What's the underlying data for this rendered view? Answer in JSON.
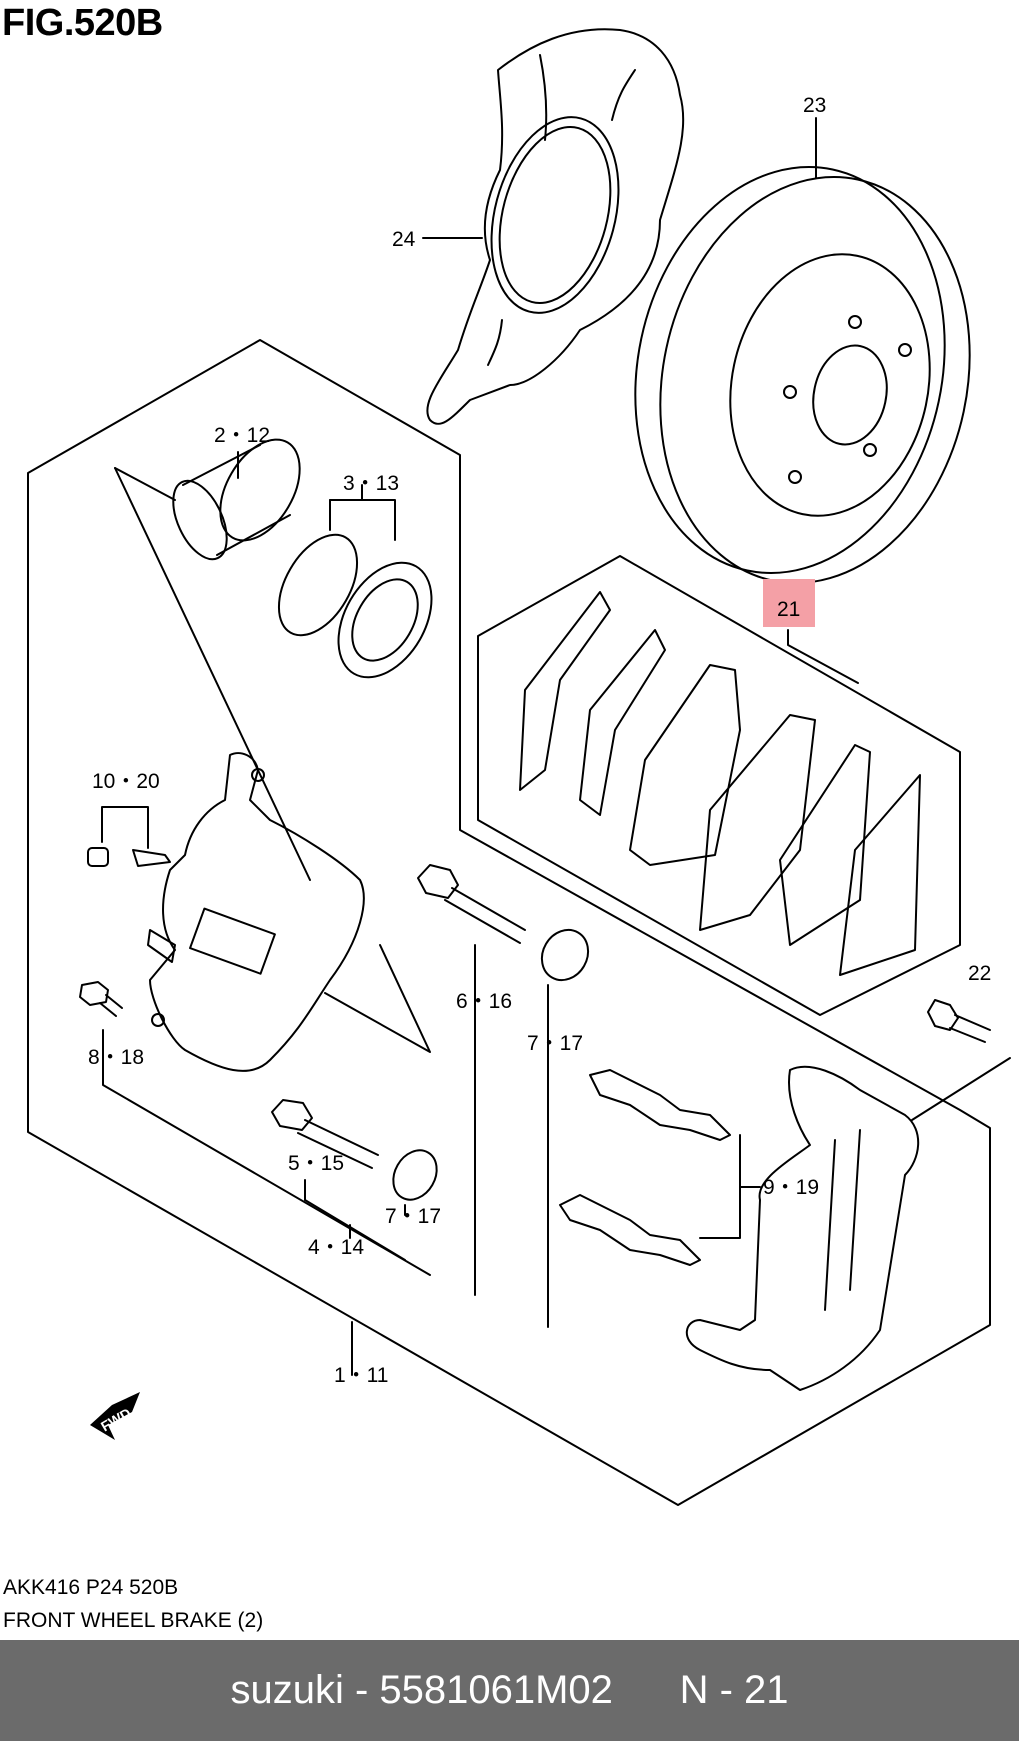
{
  "figure_title": "FIG.520B",
  "callouts": {
    "c1": "1・11",
    "c2": "2・12",
    "c3": "3・13",
    "c4": "4・14",
    "c5": "5・15",
    "c6": "6・16",
    "c7a": "7・17",
    "c7b": "7・17",
    "c8": "8・18",
    "c9": "9・19",
    "c10": "10・20",
    "c21": "21",
    "c22": "22",
    "c23": "23",
    "c24": "24"
  },
  "fwd_label": "FWD",
  "highlight_color": "#f4a0a6",
  "code_line": "AKK416 P24 520B",
  "description": "FRONT WHEEL BRAKE (2)",
  "footer": {
    "text": "suzuki - 5581061M02",
    "page": "N - 21"
  }
}
